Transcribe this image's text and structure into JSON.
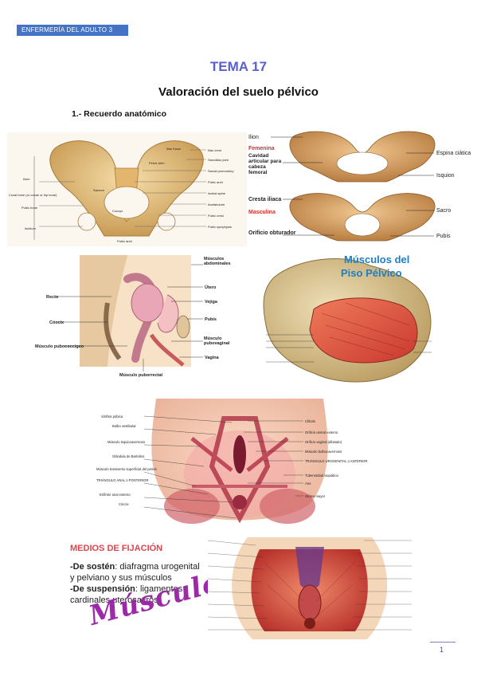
{
  "header": {
    "label": "ENFERMERÍA DEL ADULTO 3"
  },
  "title": {
    "tema": "TEMA 17",
    "subtitle": "Valoración del suelo pélvico"
  },
  "section": {
    "heading": "1.- Recuerdo anatómico"
  },
  "figures": {
    "pelvis_front": {
      "labels": [
        "Iliac crest",
        "Sacroiliac joint",
        "Sacral promontory",
        "Pubic arch",
        "Ischial spine",
        "Acetabulum",
        "Pubic crest",
        "Pubic symphysis",
        "Coxal bone (or coxae or hip bone)",
        "Ilium",
        "Sacrum",
        "Pubic bone",
        "Ischium",
        "Coccyx",
        "Pelvic brim",
        "Iliac fossa",
        "Pubic arch"
      ]
    },
    "pelvis_compare": {
      "left_labels": [
        "Ilion",
        "Femenina",
        "Cavidad articular para cabeza femoral",
        "Cresta iliaca",
        "Masculina",
        "Orificio obturador"
      ],
      "right_labels": [
        "Espina ciática",
        "Isquion",
        "Sacro",
        "Pubis"
      ]
    },
    "sagittal": {
      "labels": [
        "Músculos abdominales",
        "Útero",
        "Recto",
        "Vejiga",
        "Cóccix",
        "Pubis",
        "Músculo pubococcígeo",
        "Músculo pubovaginal",
        "Vagina",
        "Músculo puborrectal"
      ]
    },
    "piso": {
      "title_line1": "Músculos del",
      "title_line2": "Piso Pélvico"
    },
    "perineum": {
      "left_labels": [
        "Sínfisis púbica",
        "Bulbo vestibular",
        "Músculo isquiocavernoso",
        "Glándula de Bartolino",
        "Músculo transverso superficial del periné",
        "TRIÁNGULO ANAL o POSTERIOR",
        "Esfínter anal externo",
        "Cóccix"
      ],
      "right_labels": [
        "Clítoris",
        "Orificio uretral externo",
        "Orificio vaginal (dilatado)",
        "Músculo bulbocavernoso",
        "TRIÁNGULO UROGENITAL o ANTERIOR",
        "Tuberosidad isquiática",
        "Ano",
        "Glúteo mayor"
      ]
    }
  },
  "medios": {
    "title": "MEDIOS DE FIJACIÓN",
    "sosten_label": "-De sostén",
    "sosten_text": ": diafragma urogenital y pelviano y sus músculos",
    "suspension_label": "-De suspensión",
    "suspension_text": ": ligamentos cardinales uterosacros",
    "musculos": "Músculos"
  },
  "page": {
    "number": "1"
  },
  "colors": {
    "header_bg": "#4472c4",
    "tema": "#5a5fd0",
    "medios_title": "#e0434b",
    "musculos": "#9c2aa8",
    "bone": "#e8c78a",
    "muscle": "#d9534f"
  }
}
